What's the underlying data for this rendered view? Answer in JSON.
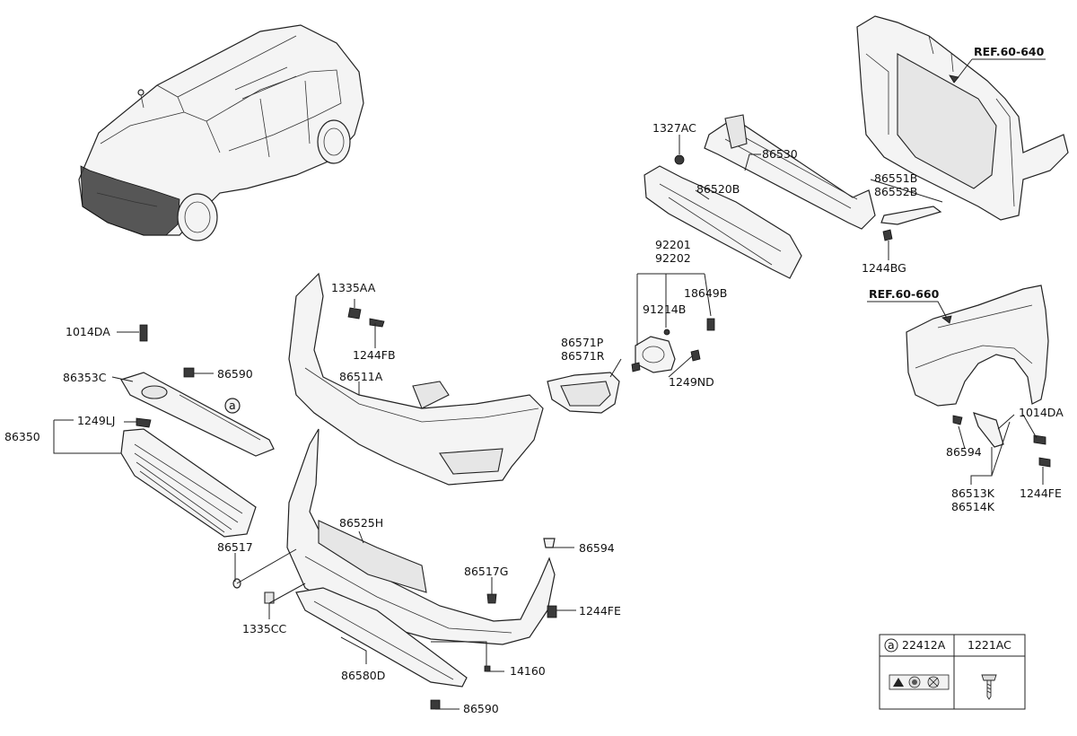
{
  "references": {
    "radiator_support": "REF.60-640",
    "fender": "REF.60-660"
  },
  "labels": {
    "p1327AC": "1327AC",
    "p86530": "86530",
    "p86520B": "86520B",
    "p86551B": "86551B",
    "p86552B": "86552B",
    "p1244BG": "1244BG",
    "p92201": "92201",
    "p92202": "92202",
    "p18649B": "18649B",
    "p91214B": "91214B",
    "p1249ND": "1249ND",
    "p86571P": "86571P",
    "p86571R": "86571R",
    "p1335AA": "1335AA",
    "p1244FB": "1244FB",
    "p86511A": "86511A",
    "p1014DA_left": "1014DA",
    "p86353C": "86353C",
    "p86590_top": "86590",
    "p1249LJ": "1249LJ",
    "p86350": "86350",
    "p86525H": "86525H",
    "p86517": "86517",
    "p86594_center": "86594",
    "p86517G": "86517G",
    "p1244FE_center": "1244FE",
    "p1335CC": "1335CC",
    "p86580D": "86580D",
    "p14160": "14160",
    "p86590_bottom": "86590",
    "p1014DA_right": "1014DA",
    "p86594_right": "86594",
    "p1244FE_right": "1244FE",
    "p86513K": "86513K",
    "p86514K": "86514K",
    "callout_a": "a"
  },
  "legend_table": {
    "col1_marker": "a",
    "col1_header": "22412A",
    "col2_header": "1221AC"
  }
}
